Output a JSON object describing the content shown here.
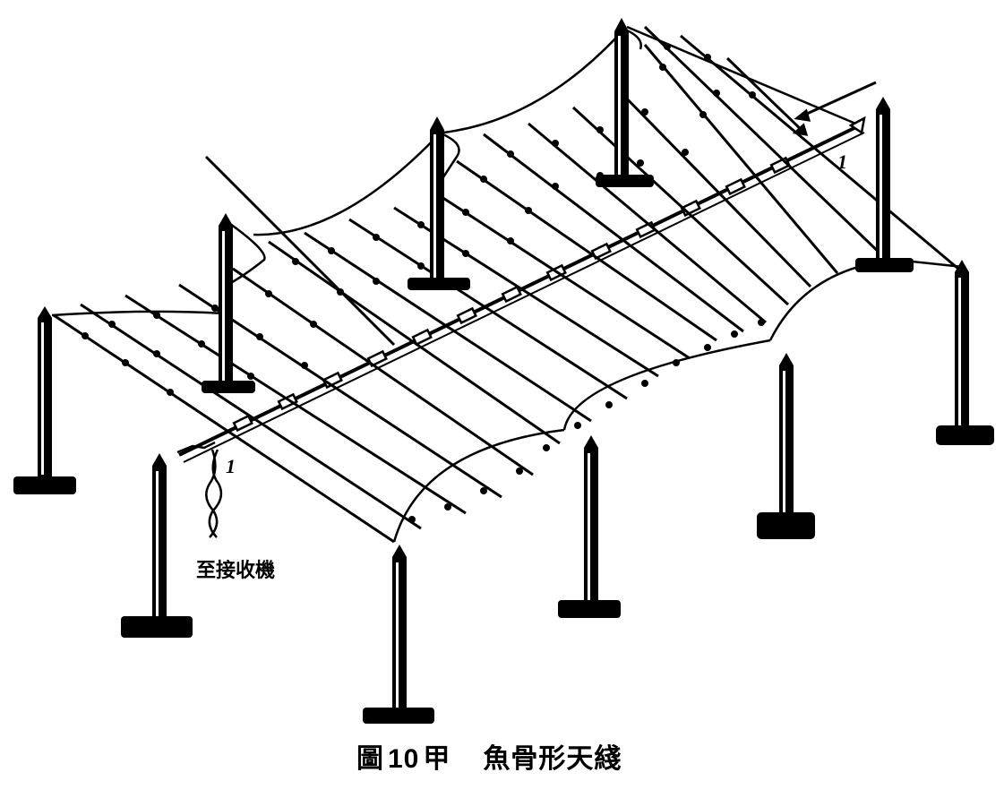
{
  "figure": {
    "caption": {
      "prefix": "圖",
      "number": "10",
      "suffix": "甲",
      "title": "魚骨形天綫"
    },
    "labels": {
      "to_receiver": "至接收機",
      "terminal_mark_left": "1",
      "terminal_mark_right": "1"
    },
    "colors": {
      "ink": "#000000",
      "paper": "#ffffff"
    }
  }
}
